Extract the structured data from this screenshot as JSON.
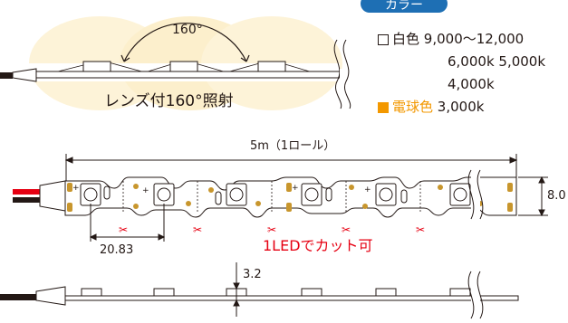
{
  "badge": {
    "label": "カラー"
  },
  "angle_label": "160°",
  "lens_caption": "レンズ付160°照射",
  "colors": {
    "white_label": "白色",
    "white_values": [
      "9,000〜12,000",
      "6,000k 5,000k",
      "4,000k"
    ],
    "warm_label": "電球色",
    "warm_value": "3,000k",
    "accent_orange": "#f39800",
    "badge_blue": "#1e6fb4"
  },
  "dimensions": {
    "length": "5m（1ロール）",
    "height": "8.0",
    "pitch": "20.83",
    "thickness": "3.2"
  },
  "cut_note": "1LEDでカット可",
  "cut_color": "#e60012"
}
